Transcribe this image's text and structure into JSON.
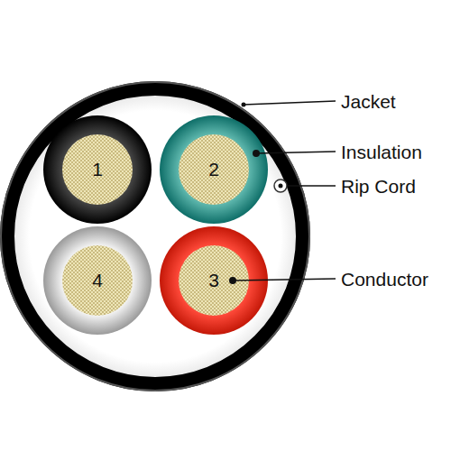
{
  "diagram": {
    "nodes": [
      {
        "text": [
          "1"
        ]
      },
      {
        "text": [
          "2"
        ]
      },
      {
        "text": [
          "3"
        ]
      },
      {
        "text": [
          "4"
        ]
      }
    ],
    "labels": [
      "Jacket",
      "Insulation",
      "Rip Cord",
      "Conductor"
    ]
  }
}
